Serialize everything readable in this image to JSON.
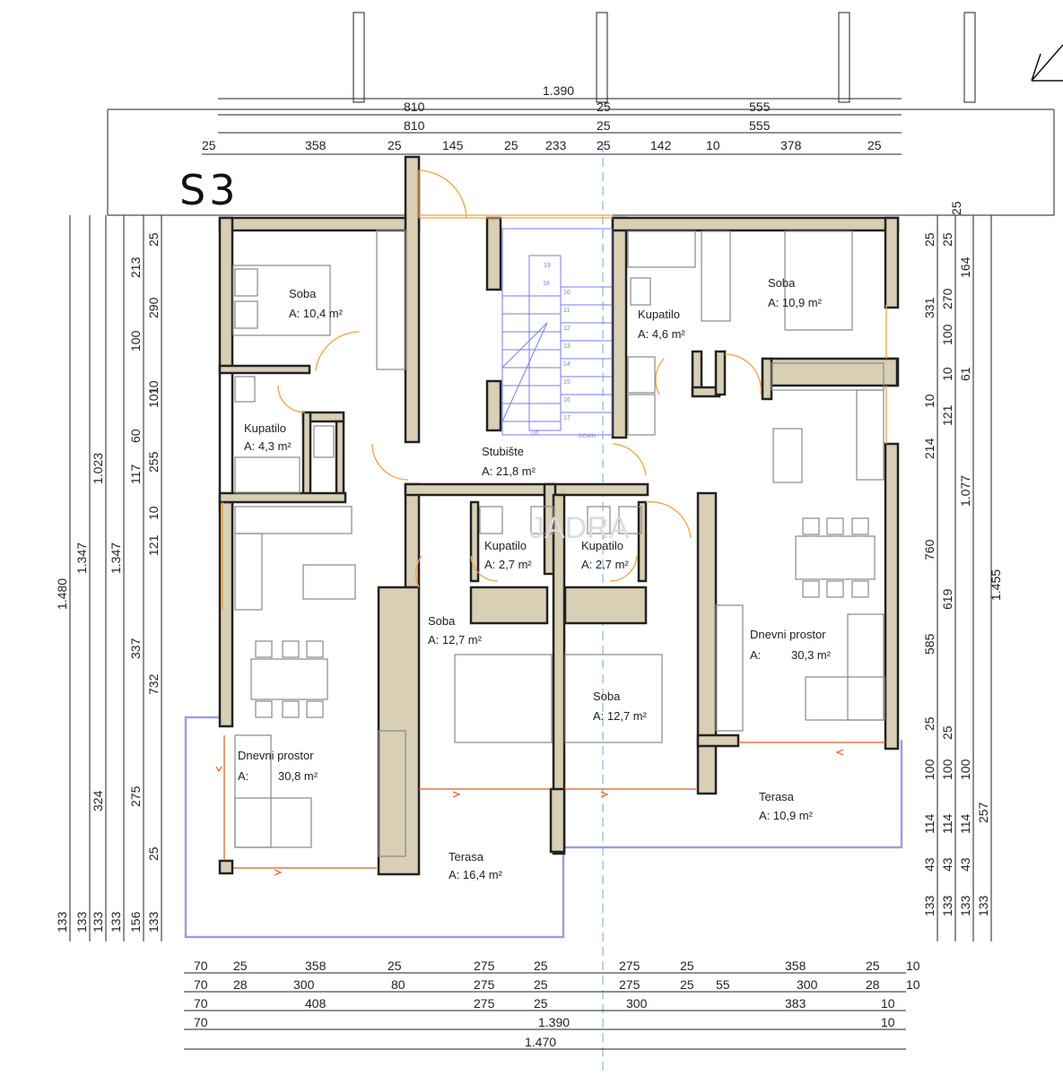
{
  "plan_label": "S3",
  "rooms": [
    {
      "name": "Soba",
      "area": "A: 10,4 m²"
    },
    {
      "name": "Kupatilo",
      "area": "A: 4,3 m²"
    },
    {
      "name": "Dnevni prostor",
      "area": "A:",
      "area_value": "30,8 m²"
    },
    {
      "name": "Terasa",
      "area": "A: 16,4 m²"
    },
    {
      "name": "Stubište",
      "area": "A: 21,8 m²"
    },
    {
      "name": "Kupatilo",
      "area": "A: 2,7 m²"
    },
    {
      "name": "Kupatilo",
      "area": "A: 2,7 m²"
    },
    {
      "name": "Soba",
      "area": "A: 12,7 m²"
    },
    {
      "name": "Soba",
      "area": "A: 12,7 m²"
    },
    {
      "name": "Kupatilo",
      "area": "A: 4,6 m²"
    },
    {
      "name": "Soba",
      "area": "A: 10,9 m²"
    },
    {
      "name": "Dnevni prostor",
      "area": "A:",
      "area_value": "30,3 m²"
    },
    {
      "name": "Terasa",
      "area": "A: 10,9 m²"
    }
  ],
  "stair_numbers": [
    "10",
    "11",
    "12",
    "13",
    "14",
    "15",
    "16",
    "17",
    "18",
    "19"
  ],
  "stair_labels": {
    "up": "UP",
    "down": "DOWN"
  },
  "dimensions": {
    "top_row1": [
      "1.390"
    ],
    "top_row2": [
      "810",
      "25",
      "555"
    ],
    "top_row3": [
      "810",
      "25",
      "555"
    ],
    "top_row4": [
      "25",
      "358",
      "25",
      "145",
      "25",
      "233",
      "25",
      "142",
      "10",
      "378",
      "25"
    ],
    "bottom_row1": [
      "70",
      "25",
      "358",
      "25",
      "275",
      "25",
      "275",
      "25",
      "358",
      "25",
      "10"
    ],
    "bottom_row2": [
      "70",
      "28",
      "300",
      "80",
      "275",
      "25",
      "275",
      "25",
      "55",
      "300",
      "28",
      "10"
    ],
    "bottom_row3": [
      "70",
      "408",
      "275",
      "25",
      "300",
      "383",
      "10"
    ],
    "bottom_row4": [
      "70",
      "1.390",
      "10"
    ],
    "bottom_row5": [
      "1.470"
    ],
    "left_col1": [
      "1.480",
      "133"
    ],
    "left_col2": [
      "1.347",
      "133"
    ],
    "left_col3": [
      "1.023",
      "324",
      "133"
    ],
    "left_col4": [
      "1.347",
      "133"
    ],
    "left_col5": [
      "213",
      "100",
      "60",
      "117",
      "337",
      "275",
      "156"
    ],
    "left_col6": [
      "25",
      "290",
      "101",
      "10",
      "255",
      "10",
      "121",
      "732",
      "25",
      "133"
    ],
    "right_col1": [
      "25",
      "331",
      "10",
      "214",
      "760",
      "585",
      "25",
      "100",
      "114",
      "43",
      "133"
    ],
    "right_col2": [
      "25",
      "270",
      "100",
      "10",
      "121",
      "619",
      "25",
      "100",
      "114",
      "43",
      "133"
    ],
    "right_col3": [
      "25",
      "164",
      "61",
      "1.077",
      "100",
      "114",
      "43",
      "133"
    ],
    "right_col4": [
      "1.455",
      "257",
      "133"
    ]
  },
  "watermark": "JADRA"
}
